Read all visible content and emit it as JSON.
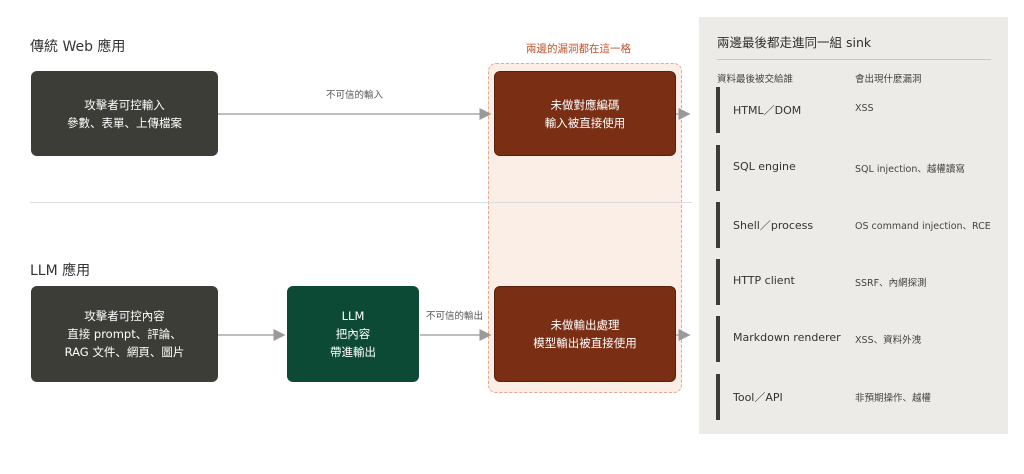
{
  "traditional": {
    "title": "傳統 Web 應用",
    "input_box": {
      "line1": "攻擊者可控輸入",
      "line2": "參數、表單、上傳檔案"
    },
    "edge_label": "不可信的輸入",
    "sink_box": {
      "line1": "未做對應編碼",
      "line2": "輸入被直接使用"
    }
  },
  "llm": {
    "title": "LLM 應用",
    "input_box": {
      "line1": "攻擊者可控內容",
      "line2": "直接 prompt、評論、",
      "line3": "RAG 文件、網頁、圖片"
    },
    "model_box": {
      "line1": "LLM",
      "line2": "把內容",
      "line3": "帶進輸出"
    },
    "edge_label": "不可信的輸出",
    "sink_box": {
      "line1": "未做輸出處理",
      "line2": "模型輸出被直接使用"
    }
  },
  "highlight": {
    "title": "兩邊的漏洞都在這一格"
  },
  "panel": {
    "title": "兩邊最後都走進同一組 sink",
    "col_sink": "資料最後被交給誰",
    "col_vuln": "會出現什麼漏洞",
    "rows": [
      {
        "sink": "HTML／DOM",
        "vuln": "XSS"
      },
      {
        "sink": "SQL engine",
        "vuln": "SQL injection、越權讀寫"
      },
      {
        "sink": "Shell／process",
        "vuln": "OS command injection、RCE"
      },
      {
        "sink": "HTTP client",
        "vuln": "SSRF、內網探測"
      },
      {
        "sink": "Markdown renderer",
        "vuln": "XSS、資料外洩"
      },
      {
        "sink": "Tool／API",
        "vuln": "非預期操作、越權"
      }
    ]
  },
  "colors": {
    "dark_box": "#3b3d36",
    "llm_box": "#0d4a36",
    "sink_box": "#7a2e14",
    "highlight": "#c0522a"
  }
}
